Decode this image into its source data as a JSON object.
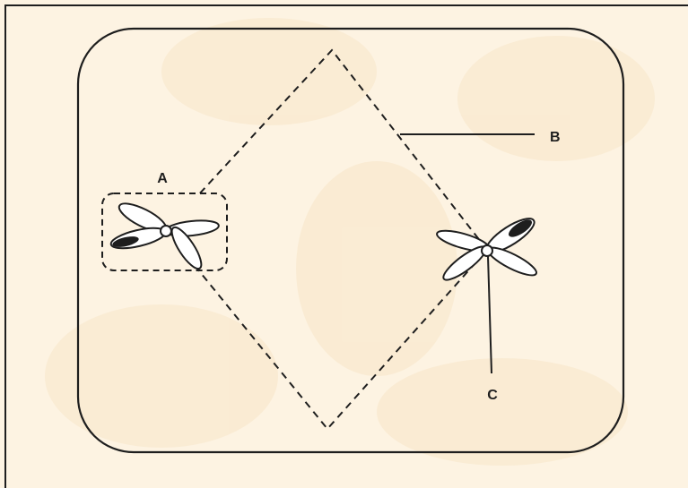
{
  "colors": {
    "background": "#fdf3e2",
    "background_blotch": "#f8e6c8",
    "stroke": "#1e1e1e",
    "fill_dark": "#1e1e1e",
    "fill_light": "#ffffff"
  },
  "labels": {
    "a": "A",
    "b": "B",
    "c": "C"
  }
}
